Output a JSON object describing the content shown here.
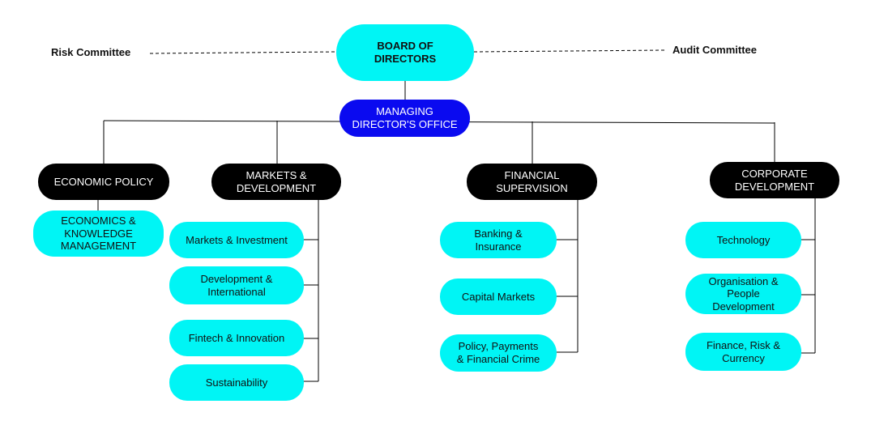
{
  "colors": {
    "cyan": "#00f5f5",
    "dark": "#000000",
    "blue": "#0a0af0",
    "line": "#000000"
  },
  "board": "BOARD OF\nDIRECTORS",
  "risk_committee": "Risk Committee",
  "audit_committee": "Audit Committee",
  "managing_office": "MANAGING\nDIRECTOR'S OFFICE",
  "divisions": {
    "economic_policy": {
      "title": "ECONOMIC POLICY",
      "units": [
        "ECONOMICS &\nKNOWLEDGE\nMANAGEMENT"
      ]
    },
    "markets_development": {
      "title": "MARKETS &\nDEVELOPMENT",
      "units": [
        "Markets & Investment",
        "Development &\nInternational",
        "Fintech & Innovation",
        "Sustainability"
      ]
    },
    "financial_supervision": {
      "title": "FINANCIAL\nSUPERVISION",
      "units": [
        "Banking &\nInsurance",
        "Capital Markets",
        "Policy, Payments\n& Financial Crime"
      ]
    },
    "corporate_development": {
      "title": "CORPORATE\nDEVELOPMENT",
      "units": [
        "Technology",
        "Organisation &\nPeople\nDevelopment",
        "Finance, Risk &\nCurrency"
      ]
    }
  }
}
